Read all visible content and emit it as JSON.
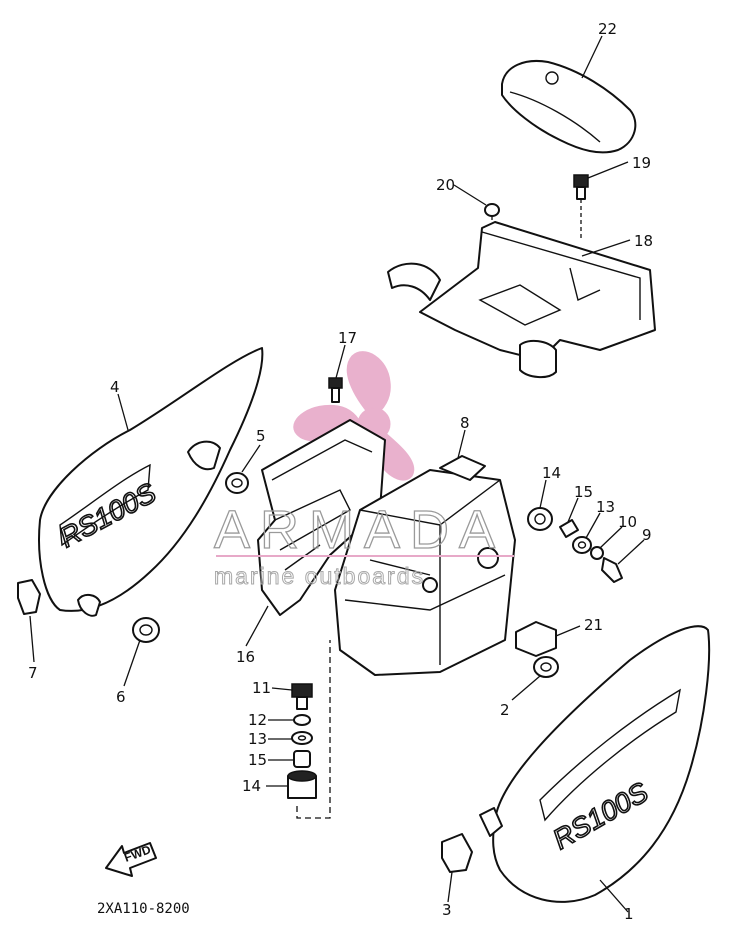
{
  "diagram": {
    "drawing_code": "2XA110-8200",
    "fwd_label": "FWD",
    "badge_text": "RS100S",
    "callouts": [
      {
        "id": "c1",
        "label": "1"
      },
      {
        "id": "c2",
        "label": "2"
      },
      {
        "id": "c3",
        "label": "3"
      },
      {
        "id": "c4",
        "label": "4"
      },
      {
        "id": "c5",
        "label": "5"
      },
      {
        "id": "c6",
        "label": "6"
      },
      {
        "id": "c7",
        "label": "7"
      },
      {
        "id": "c8",
        "label": "8"
      },
      {
        "id": "c9",
        "label": "9"
      },
      {
        "id": "c10",
        "label": "10"
      },
      {
        "id": "c11",
        "label": "11"
      },
      {
        "id": "c12",
        "label": "12"
      },
      {
        "id": "c13a",
        "label": "13"
      },
      {
        "id": "c13b",
        "label": "13"
      },
      {
        "id": "c14a",
        "label": "14"
      },
      {
        "id": "c14b",
        "label": "14"
      },
      {
        "id": "c15a",
        "label": "15"
      },
      {
        "id": "c15b",
        "label": "15"
      },
      {
        "id": "c16",
        "label": "16"
      },
      {
        "id": "c17",
        "label": "17"
      },
      {
        "id": "c18",
        "label": "18"
      },
      {
        "id": "c19",
        "label": "19"
      },
      {
        "id": "c20",
        "label": "20"
      },
      {
        "id": "c21",
        "label": "21"
      },
      {
        "id": "c22",
        "label": "22"
      }
    ]
  },
  "watermark": {
    "brand": "ARMADA",
    "tagline": "marine outboards",
    "logo_color": "#e7a9c8"
  }
}
